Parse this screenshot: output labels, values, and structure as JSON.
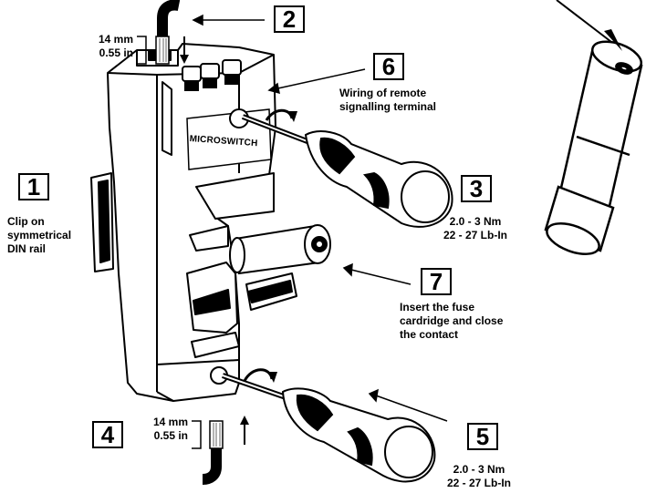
{
  "steps": [
    {
      "number": "1",
      "lines": [
        "Clip on",
        "symmetrical",
        "DIN rail"
      ]
    },
    {
      "number": "2",
      "lines": []
    },
    {
      "number": "3",
      "lines": [
        "2.0 - 3 Nm",
        "22 - 27 Lb-In"
      ]
    },
    {
      "number": "4",
      "lines": []
    },
    {
      "number": "5",
      "lines": [
        "2.0 - 3 Nm",
        "22 - 27 Lb-In"
      ]
    },
    {
      "number": "6",
      "lines": [
        "Wiring of remote",
        "signalling terminal"
      ]
    },
    {
      "number": "7",
      "lines": [
        "Insert the fuse",
        "cardridge and close",
        "the contact"
      ]
    }
  ],
  "strip_length_top": [
    "14 mm",
    "0.55 in"
  ],
  "strip_length_bottom": [
    "14 mm",
    "0.55 in"
  ],
  "device_brand": "MICROSWITCH"
}
